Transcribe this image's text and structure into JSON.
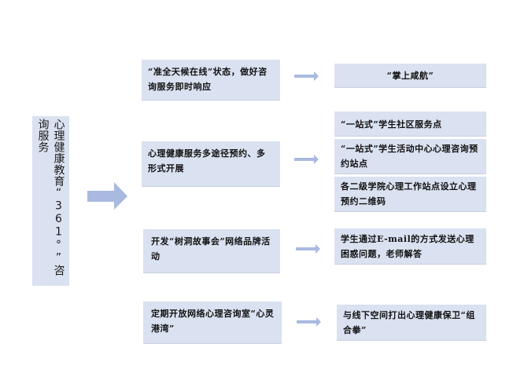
{
  "root": {
    "text": "心理健康教育“361°”咨询服务"
  },
  "rows": [
    {
      "source": "“准全天候在线”状态，做好咨询服务即时响应",
      "targets": [
        "“掌上咸航”"
      ]
    },
    {
      "source": "心理健康服务多途径预约、多形式开展",
      "targets": [
        "“一站式”学生社区服务点",
        "“一站式”学生活动中心心理咨询预约站点",
        "各二级学院心理工作站点设立心理预约二维码"
      ]
    },
    {
      "source": "开发“树洞故事会”网络品牌活动",
      "targets": [
        "学生通过E-mail的方式发送心理困惑问题，老师解答"
      ]
    },
    {
      "source": "定期开放网络心理咨询室“心灵港湾”",
      "targets": [
        "与线下空间打出心理健康保卫“组合拳”"
      ]
    }
  ],
  "colors": {
    "box_fill": "#dae1f0",
    "arrow_fill": "#a9b9e0"
  }
}
